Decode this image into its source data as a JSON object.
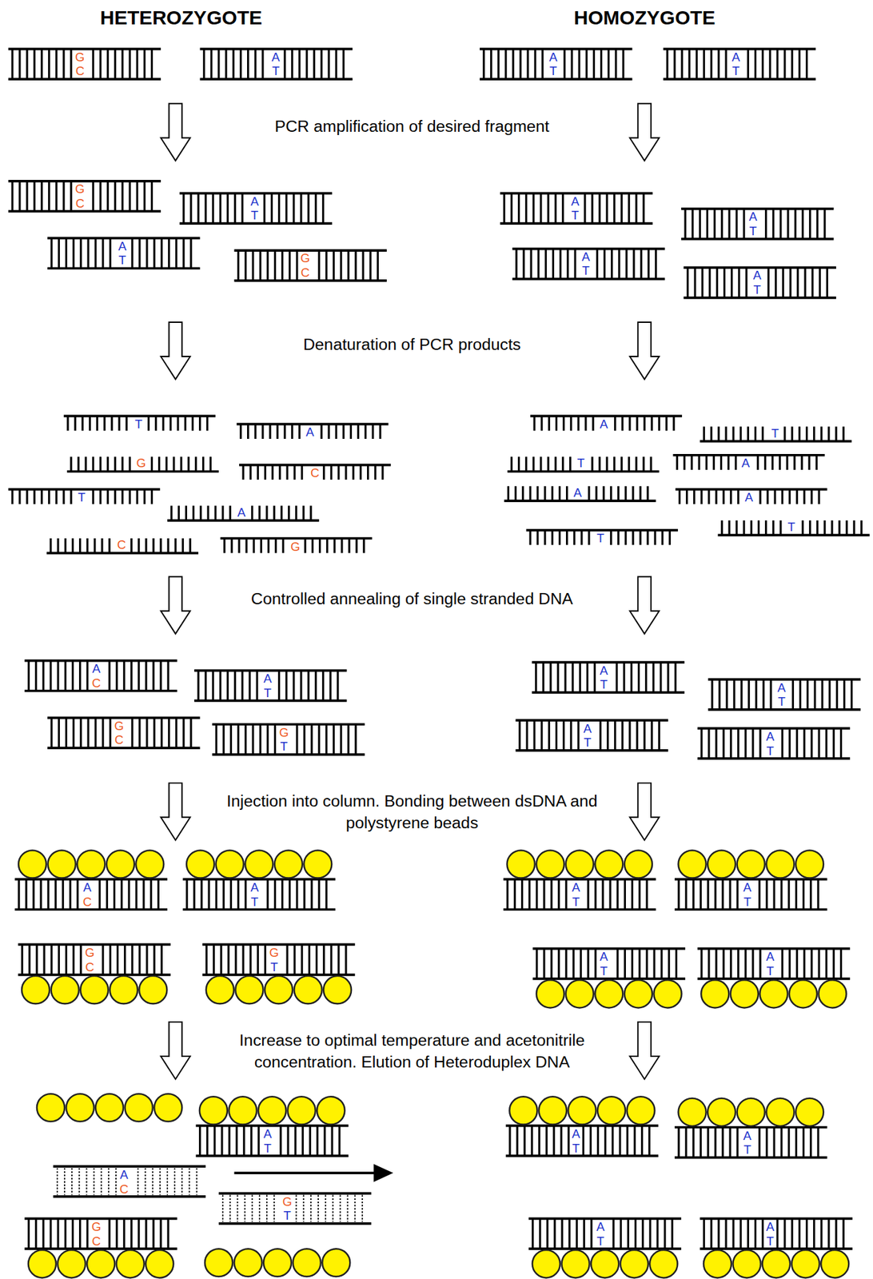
{
  "diagram": {
    "labels": [
      "HETEROZYGOTE",
      "HOMOZYGOTE",
      "G",
      "C",
      "A",
      "T",
      "A",
      "T",
      "A",
      "T",
      "PCR amplification of desired fragment",
      "G",
      "C",
      "A",
      "T",
      "A",
      "T",
      "G",
      "C",
      "A",
      "T",
      "A",
      "T",
      "A",
      "T",
      "A",
      "T",
      "Denaturation of PCR products",
      "T",
      "A",
      "G",
      "C",
      "T",
      "A",
      "C",
      "G",
      "A",
      "T",
      "T",
      "A",
      "A",
      "A",
      "T",
      "T",
      "Controlled annealing of single stranded DNA",
      "A",
      "C",
      "A",
      "T",
      "G",
      "C",
      "G",
      "T",
      "A",
      "T",
      "A",
      "T",
      "A",
      "T",
      "A",
      "T",
      "Injection into column. Bonding between dsDNA and polystyrene beads",
      "A",
      "C",
      "A",
      "T",
      "G",
      "C",
      "G",
      "T",
      "A",
      "T",
      "A",
      "T",
      "A",
      "T",
      "A",
      "T",
      "Increase to optimal temperature and acetonitrile concentration. Elution of Heteroduplex DNA",
      "A",
      "T",
      "A",
      "C",
      "G",
      "T",
      "G",
      "C",
      "A",
      "T",
      "A",
      "T",
      "A",
      "T",
      "A",
      "T"
    ]
  }
}
